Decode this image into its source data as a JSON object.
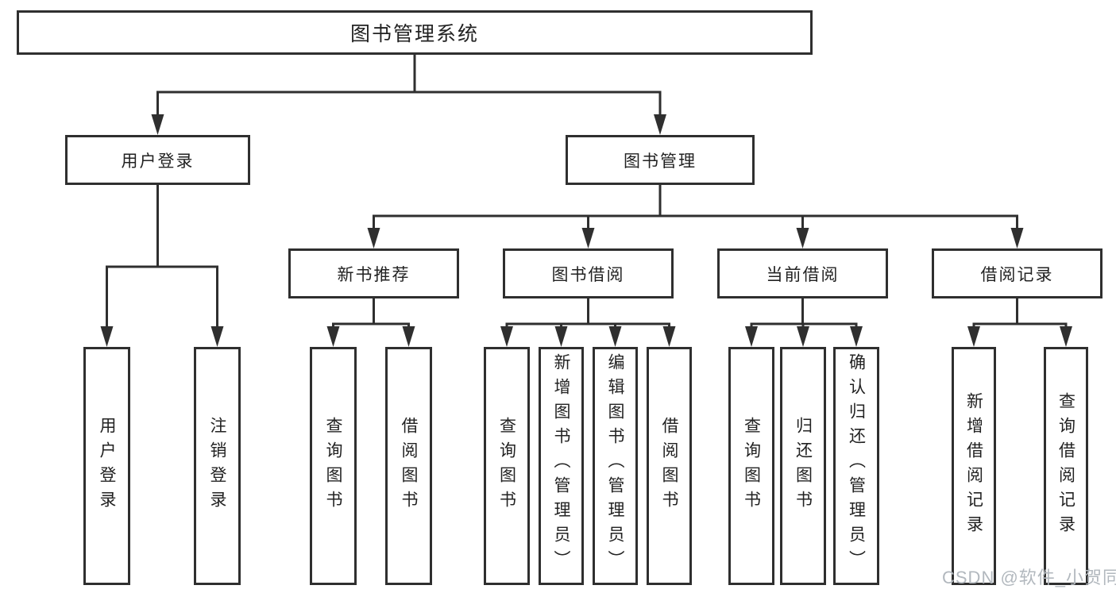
{
  "nodes": {
    "root": "图书管理系统",
    "user_login": "用户登录",
    "book_mgmt": "图书管理",
    "new_books": "新书推荐",
    "book_borrow": "图书借阅",
    "current_borrow": "当前借阅",
    "borrow_records": "借阅记录"
  },
  "leaves": {
    "user_login": [
      "用户登录",
      "注销登录"
    ],
    "new_books": [
      "查询图书",
      "借阅图书"
    ],
    "book_borrow": [
      "查询图书",
      "新增图书（管理员）",
      "编辑图书（管理员）",
      "借阅图书"
    ],
    "current_borrow": [
      "查询图书",
      "归还图书",
      "确认归还（管理员）"
    ],
    "borrow_records": [
      "新增借阅记录",
      "查询借阅记录"
    ]
  },
  "watermark": "CSDN @软件_小贺同学",
  "colors": {
    "line": "#2f2f2f",
    "text": "#222222",
    "watermark": "#b2b8be",
    "background": "#ffffff"
  }
}
